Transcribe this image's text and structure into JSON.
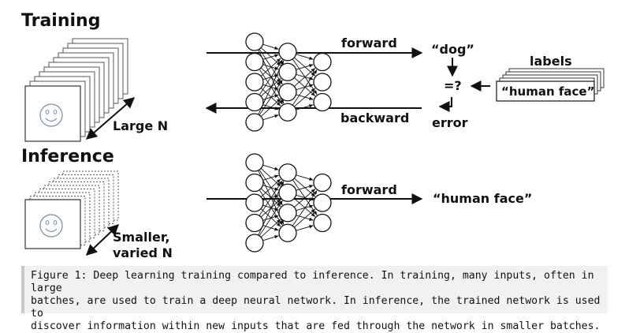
{
  "training": {
    "heading": "Training",
    "batch_label": "Large N",
    "forward_label": "forward",
    "backward_label": "backward",
    "output_label": "“dog”",
    "compare_label": "=?",
    "error_label": "error",
    "labels_heading": "labels",
    "label_value": "“human face”"
  },
  "inference": {
    "heading": "Inference",
    "batch_label_line1": "Smaller,",
    "batch_label_line2": "varied N",
    "forward_label": "forward",
    "output_label": "“human face”"
  },
  "network": {
    "layers": [
      5,
      4,
      3
    ]
  },
  "caption": {
    "line1": "Figure 1: Deep learning training compared to inference. In training, many inputs, often in large",
    "line2": "batches, are used to train a deep neural network. In inference, the trained network is used to",
    "line3": "discover information within new inputs that are fed through the network in smaller batches."
  },
  "colors": {
    "stroke": "#111111",
    "caption_bg": "#f1f1f1",
    "caption_border": "#c9c9c9"
  }
}
